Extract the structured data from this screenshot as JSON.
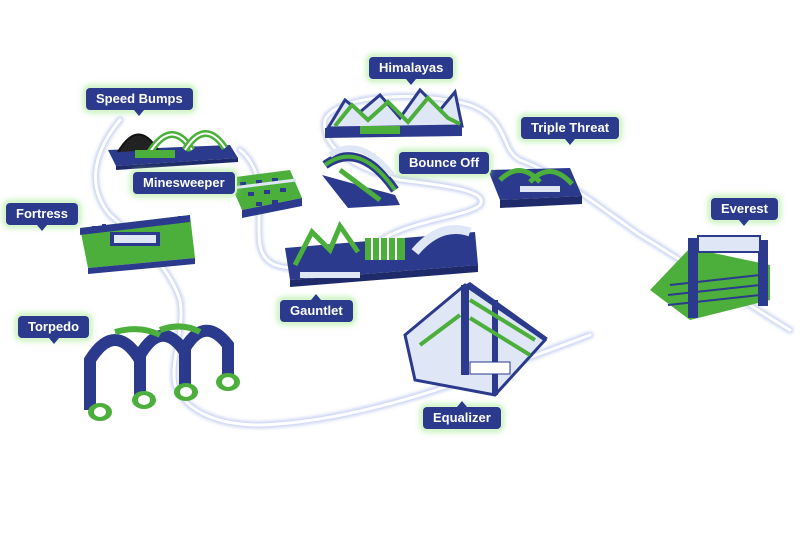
{
  "labels": {
    "himalayas": "Himalayas",
    "speed_bumps": "Speed Bumps",
    "triple_threat": "Triple Threat",
    "bounce_off": "Bounce Off",
    "minesweeper": "Minesweeper",
    "fortress": "Fortress",
    "everest": "Everest",
    "gauntlet": "Gauntlet",
    "torpedo": "Torpedo",
    "equalizer": "Equalizer"
  },
  "colors": {
    "navy": "#2b3a8c",
    "green": "#4caf3c",
    "path": "#c9d2f2",
    "glow": "#8ce678"
  }
}
